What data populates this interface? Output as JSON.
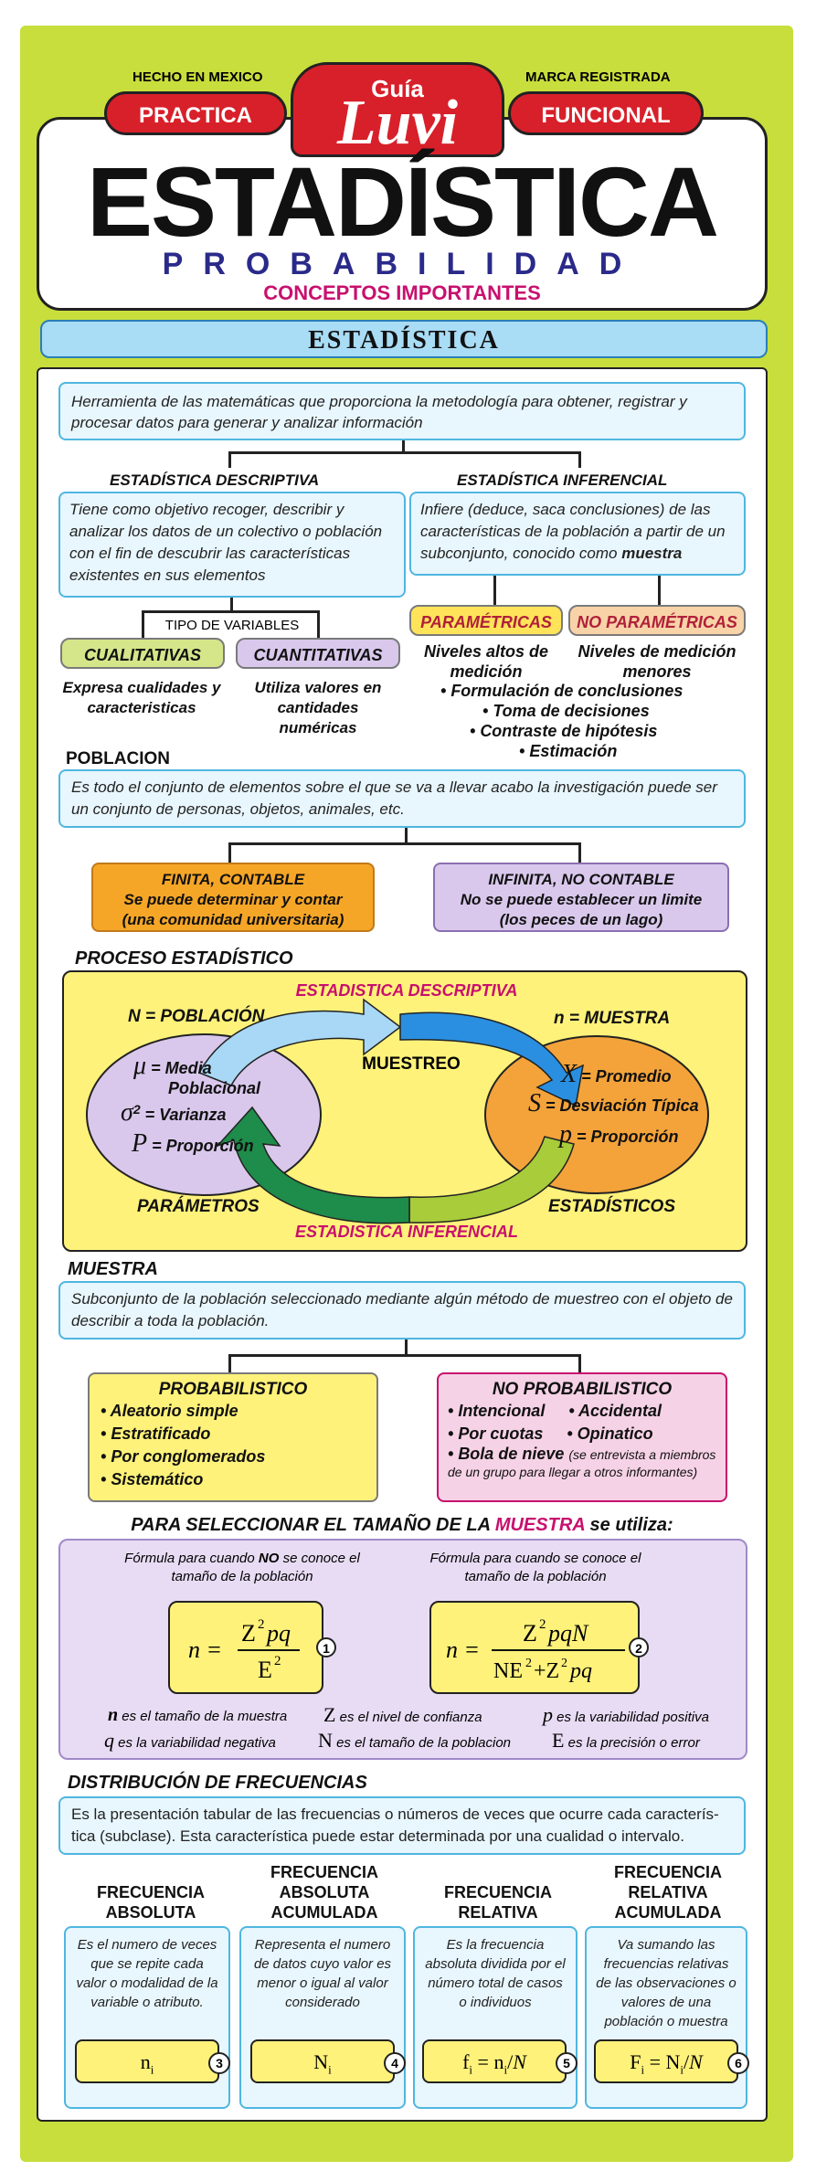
{
  "header": {
    "made_in": "HECHO EN MEXICO",
    "registered": "MARCA REGISTRADA",
    "left_badge": "PRACTICA",
    "right_badge": "FUNCIONAL",
    "logo_small": "Guía",
    "logo_big": "Luvi",
    "title": "ESTADÍSTICA",
    "subtitle": "PROBABILIDAD",
    "tagline": "CONCEPTOS IMPORTANTES"
  },
  "section_bar": "ESTADÍSTICA",
  "intro": "Herramienta de las matemáticas que proporciona la metodología para obtener, registrar y procesar datos para generar y analizar información",
  "descriptiva": {
    "title": "ESTADÍSTICA DESCRIPTIVA",
    "text": "Tiene como objetivo recoger, describir y analizar los datos de un colectivo o población con el fin de descubrir las características existentes en sus elementos",
    "tipo": "TIPO DE VARIABLES",
    "cual": "CUALITATIVAS",
    "cuan": "CUANTITATIVAS",
    "cual_desc": "Expresa cualidades y caracteristicas",
    "cuan_desc": "Utiliza valores en cantidades numéricas"
  },
  "inferencial": {
    "title": "ESTADÍSTICA INFERENCIAL",
    "text_a": "Infiere (deduce, saca conclusiones) de las características de la población a partir de un subconjunto, conocido como",
    "text_b": "muestra",
    "param": "PARAMÉTRICAS",
    "noparam": "NO PARAMÉTRICAS",
    "param_desc": "Niveles altos de medición",
    "noparam_desc": "Niveles de medición menores",
    "bullets": [
      "Formulación de conclusiones",
      "Toma de decisiones",
      "Contraste de hipótesis",
      "Estimación"
    ]
  },
  "poblacion": {
    "title": "POBLACION",
    "text": "Es todo el conjunto de elementos sobre el que se va a llevar acabo la investigación puede ser un conjunto de personas, objetos, animales, etc.",
    "finita_t": "FINITA, CONTABLE",
    "finita_1": "Se puede determinar y contar",
    "finita_2": "(una comunidad universitaria)",
    "infinita_t": "INFINITA, NO CONTABLE",
    "infinita_1": "No se puede establecer un limite",
    "infinita_2": "(los peces de un lago)"
  },
  "proceso": {
    "title": "PROCESO ESTADÍSTICO",
    "descriptiva": "ESTADISTICA DESCRIPTIVA",
    "inferencial": "ESTADISTICA INFERENCIAL",
    "muestreo": "MUESTREO",
    "n_pob": "N = POBLACIÓN",
    "n_mue": "n = MUESTRA",
    "parametros": "PARÁMETROS",
    "estadisticos": "ESTADÍSTICOS",
    "mu_sym": "μ",
    "mu_label": "= Media",
    "mu_label2": "Poblacional",
    "sigma_sym": "σ",
    "sigma_exp": "2",
    "sigma_label": "= Varianza",
    "p_sym": "P",
    "p_label": "= Proporción",
    "x_sym": "X",
    "x_label": "= Promedio",
    "s_sym": "S",
    "s_label": "= Desviación Típica",
    "ps_sym": "p",
    "ps_label": "= Proporción"
  },
  "muestra": {
    "title": "MUESTRA",
    "text": "Subconjunto de la población seleccionado mediante algún método de muestreo con el objeto de describir a toda la población.",
    "prob_t": "PROBABILISTICO",
    "prob": [
      "Aleatorio simple",
      "Estratificado",
      "Por conglomerados",
      "Sistemático"
    ],
    "noprob_t": "NO PROBABILISTICO",
    "noprob_1a": "Intencional",
    "noprob_1b": "Accidental",
    "noprob_2a": "Por cuotas",
    "noprob_2b": "Opinatico",
    "noprob_3": "Bola de nieve",
    "noprob_3_note": "(se entrevista a miembros de un grupo para llegar a otros informantes)"
  },
  "tamano": {
    "title_a": "PARA SELECCIONAR EL TAMAÑO DE LA",
    "title_b": "MUESTRA",
    "title_c": "se utiliza:",
    "f1_cap_a": "Fórmula para cuando",
    "f1_cap_b": "NO",
    "f1_cap_c": "se conoce el tamaño de la población",
    "f2_cap": "Fórmula para cuando se conoce el tamaño de la población",
    "num1": "1",
    "num2": "2",
    "leg_n": "es el tamaño de la muestra",
    "leg_z": "es el nivel de confianza",
    "leg_p": "es la variabilidad positiva",
    "leg_q": "es la variabilidad negativa",
    "leg_N": "es el tamaño de la poblacion",
    "leg_E": "es la precisión o error"
  },
  "distribucion": {
    "title": "DISTRIBUCIÓN DE FRECUENCIAS",
    "text": "Es la presentación tabular de las frecuencias o números de veces que ocurre cada caracterís- tica (subclase). Esta característica puede estar determinada por una cualidad o intervalo.",
    "cols": [
      {
        "h1": "FRECUENCIA",
        "h2": "ABSOLUTA",
        "h3": "",
        "desc": "Es el numero de veces que se repite cada valor o modalidad de la variable o atributo.",
        "num": "3"
      },
      {
        "h1": "FRECUENCIA",
        "h2": "ABSOLUTA",
        "h3": "ACUMULADA",
        "desc": "Representa el numero de datos cuyo valor es menor o igual al valor considerado",
        "num": "4"
      },
      {
        "h1": "FRECUENCIA",
        "h2": "RELATIVA",
        "h3": "",
        "desc": "Es la frecuencia absoluta dividida por el número total de casos o individuos",
        "num": "5"
      },
      {
        "h1": "FRECUENCIA",
        "h2": "RELATIVA",
        "h3": "ACUMULADA",
        "desc": "Va sumando las frecuencias relativas de las observaciones o valores de una población o muestra",
        "num": "6"
      }
    ]
  },
  "colors": {
    "lime": "#c8de3c",
    "red": "#d8202a",
    "navy": "#2a2a8a",
    "magenta": "#c8106e",
    "sky": "#4fb6e0",
    "yellow": "#fff27a",
    "orange": "#f3a33a",
    "lilac": "#d9c8ec"
  }
}
